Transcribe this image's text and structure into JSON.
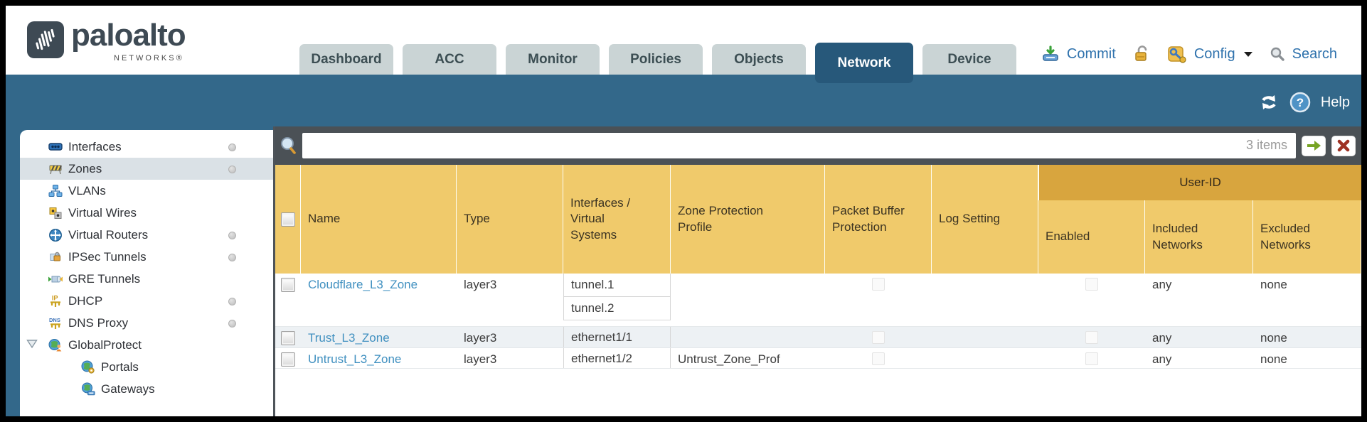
{
  "brand": {
    "name": "paloalto",
    "sub": "NETWORKS®"
  },
  "nav": {
    "tabs": [
      {
        "label": "Dashboard",
        "active": false
      },
      {
        "label": "ACC",
        "active": false
      },
      {
        "label": "Monitor",
        "active": false
      },
      {
        "label": "Policies",
        "active": false
      },
      {
        "label": "Objects",
        "active": false
      },
      {
        "label": "Network",
        "active": true
      },
      {
        "label": "Device",
        "active": false
      }
    ],
    "commit_label": "Commit",
    "config_label": "Config",
    "search_label": "Search"
  },
  "band": {
    "help_label": "Help"
  },
  "sidebar": {
    "items": [
      {
        "label": "Interfaces",
        "icon": "interfaces-icon",
        "dot": true,
        "selected": false,
        "indent": 0
      },
      {
        "label": "Zones",
        "icon": "zones-icon",
        "dot": true,
        "selected": true,
        "indent": 0
      },
      {
        "label": "VLANs",
        "icon": "vlans-icon",
        "dot": false,
        "selected": false,
        "indent": 0
      },
      {
        "label": "Virtual Wires",
        "icon": "virtual-wires-icon",
        "dot": false,
        "selected": false,
        "indent": 0
      },
      {
        "label": "Virtual Routers",
        "icon": "virtual-routers-icon",
        "dot": true,
        "selected": false,
        "indent": 0
      },
      {
        "label": "IPSec Tunnels",
        "icon": "ipsec-tunnels-icon",
        "dot": true,
        "selected": false,
        "indent": 0
      },
      {
        "label": "GRE Tunnels",
        "icon": "gre-tunnels-icon",
        "dot": false,
        "selected": false,
        "indent": 0
      },
      {
        "label": "DHCP",
        "icon": "dhcp-icon",
        "dot": true,
        "selected": false,
        "indent": 0
      },
      {
        "label": "DNS Proxy",
        "icon": "dns-proxy-icon",
        "dot": true,
        "selected": false,
        "indent": 0
      },
      {
        "label": "GlobalProtect",
        "icon": "globalprotect-icon",
        "dot": false,
        "selected": false,
        "indent": 0,
        "expanded": true
      },
      {
        "label": "Portals",
        "icon": "portals-icon",
        "dot": false,
        "selected": false,
        "indent": 1
      },
      {
        "label": "Gateways",
        "icon": "gateways-icon",
        "dot": false,
        "selected": false,
        "indent": 1
      }
    ]
  },
  "toolbar": {
    "count": "3 items"
  },
  "table": {
    "group_header": "User-ID",
    "columns": [
      "",
      "Name",
      "Type",
      "Interfaces / Virtual Systems",
      "Zone Protection Profile",
      "Packet Buffer Protection",
      "Log Setting",
      "Enabled",
      "Included Networks",
      "Excluded Networks"
    ],
    "rows": [
      {
        "name": "Cloudflare_L3_Zone",
        "type": "layer3",
        "interfaces": [
          "tunnel.1",
          "tunnel.2"
        ],
        "zone_protection_profile": "",
        "packet_buffer_protection": false,
        "log_setting": "",
        "user_id_enabled": false,
        "included_networks": "any",
        "excluded_networks": "none"
      },
      {
        "name": "Trust_L3_Zone",
        "type": "layer3",
        "interfaces": [
          "ethernet1/1"
        ],
        "zone_protection_profile": "",
        "packet_buffer_protection": false,
        "log_setting": "",
        "user_id_enabled": false,
        "included_networks": "any",
        "excluded_networks": "none"
      },
      {
        "name": "Untrust_L3_Zone",
        "type": "layer3",
        "interfaces": [
          "ethernet1/2"
        ],
        "zone_protection_profile": "Untrust_Zone_Prof",
        "packet_buffer_protection": false,
        "log_setting": "",
        "user_id_enabled": false,
        "included_networks": "any",
        "excluded_networks": "none"
      }
    ]
  },
  "colors": {
    "teal_band": "#33688a",
    "active_tab": "#27587a",
    "header_gold": "#f0ca6b",
    "user_id_band": "#d8a53e",
    "link_blue": "#4090c0",
    "search_row_bg": "#4b5156"
  }
}
